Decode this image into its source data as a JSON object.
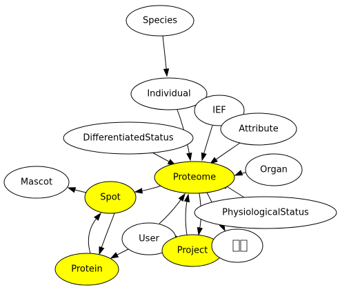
{
  "graph": {
    "highlight_color": "#ffff00",
    "plain_color": "#ffffff",
    "nodes": [
      {
        "id": "species",
        "label": "Species",
        "highlighted": false
      },
      {
        "id": "individual",
        "label": "Individual",
        "highlighted": false
      },
      {
        "id": "ief",
        "label": "IEF",
        "highlighted": false
      },
      {
        "id": "attribute",
        "label": "Attribute",
        "highlighted": false
      },
      {
        "id": "differentiatedstatus",
        "label": "DifferentiatedStatus",
        "highlighted": false
      },
      {
        "id": "proteome",
        "label": "Proteome",
        "highlighted": true
      },
      {
        "id": "organ",
        "label": "Organ",
        "highlighted": false
      },
      {
        "id": "mascot",
        "label": "Mascot",
        "highlighted": false
      },
      {
        "id": "spot",
        "label": "Spot",
        "highlighted": true
      },
      {
        "id": "physiologicalstatus",
        "label": "PhysiologicalStatus",
        "highlighted": false
      },
      {
        "id": "user",
        "label": "User",
        "highlighted": false
      },
      {
        "id": "project",
        "label": "Project",
        "highlighted": true
      },
      {
        "id": "unknown",
        "label": "",
        "highlighted": false,
        "icon": "missing-glyph-icon"
      },
      {
        "id": "protein",
        "label": "Protein",
        "highlighted": true
      }
    ],
    "edges": [
      {
        "from": "species",
        "to": "individual"
      },
      {
        "from": "individual",
        "to": "proteome"
      },
      {
        "from": "ief",
        "to": "proteome"
      },
      {
        "from": "attribute",
        "to": "proteome"
      },
      {
        "from": "differentiatedstatus",
        "to": "proteome"
      },
      {
        "from": "organ",
        "to": "proteome"
      },
      {
        "from": "proteome",
        "to": "spot"
      },
      {
        "from": "spot",
        "to": "mascot"
      },
      {
        "from": "physiologicalstatus",
        "to": "proteome"
      },
      {
        "from": "user",
        "to": "proteome"
      },
      {
        "from": "user",
        "to": "protein"
      },
      {
        "from": "user",
        "to": "project"
      },
      {
        "from": "project",
        "to": "proteome"
      },
      {
        "from": "proteome",
        "to": "project"
      },
      {
        "from": "proteome",
        "to": "unknown"
      },
      {
        "from": "spot",
        "to": "protein"
      },
      {
        "from": "protein",
        "to": "spot"
      }
    ]
  }
}
